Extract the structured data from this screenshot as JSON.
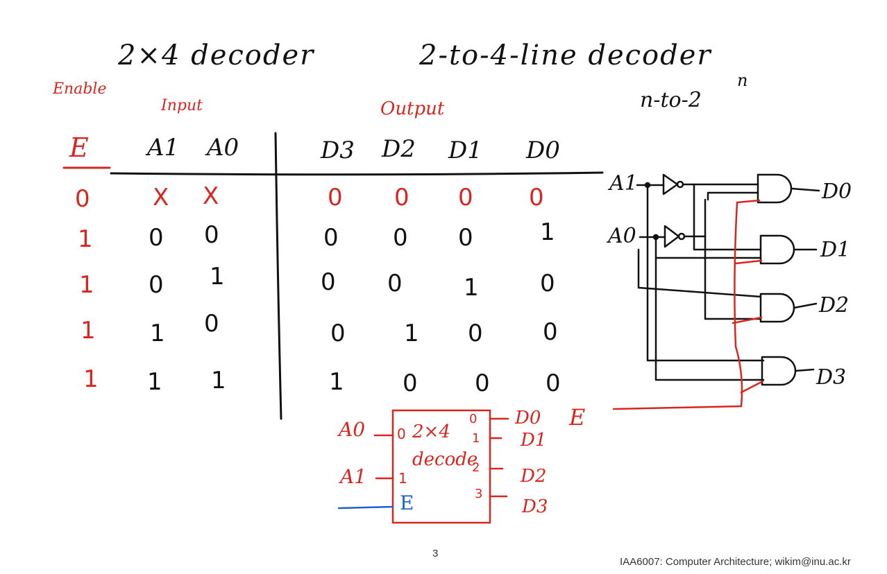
{
  "slide": {
    "title_left": "2×4 decoder",
    "title_right": "2-to-4-line decoder",
    "general_form": "n-to-2",
    "general_exp": "n",
    "page_number": "3",
    "footer": "IAA6007: Computer Architecture; wikim@inu.ac.kr"
  },
  "truth_table": {
    "enable_label": "Enable",
    "input_label": "Input",
    "output_label": "Output",
    "columns": [
      "E",
      "A1",
      "A0",
      "D3",
      "D2",
      "D1",
      "D0"
    ],
    "rows": [
      [
        "0",
        "X",
        "X",
        "0",
        "0",
        "0",
        "0"
      ],
      [
        "1",
        "0",
        "0",
        "0",
        "0",
        "0",
        "1"
      ],
      [
        "1",
        "0",
        "1",
        "0",
        "0",
        "1",
        "0"
      ],
      [
        "1",
        "1",
        "0",
        "0",
        "1",
        "0",
        "0"
      ],
      [
        "1",
        "1",
        "1",
        "1",
        "0",
        "0",
        "0"
      ]
    ]
  },
  "circuit": {
    "input_a1": "A1",
    "input_a0": "A0",
    "enable": "E",
    "outputs": [
      "D0",
      "D1",
      "D2",
      "D3"
    ]
  },
  "block": {
    "name_line1": "2×4",
    "name_line2": "decode",
    "inputs": [
      "A0",
      "A1"
    ],
    "enable_pin": "E",
    "in_pins": [
      "0",
      "1"
    ],
    "out_pins": [
      "0",
      "1",
      "2",
      "3"
    ],
    "outputs": [
      "D0",
      "D1",
      "D2",
      "D3"
    ]
  },
  "colors": {
    "ink": "#111111",
    "red": "#d8261f",
    "blue": "#1f5fd6"
  }
}
